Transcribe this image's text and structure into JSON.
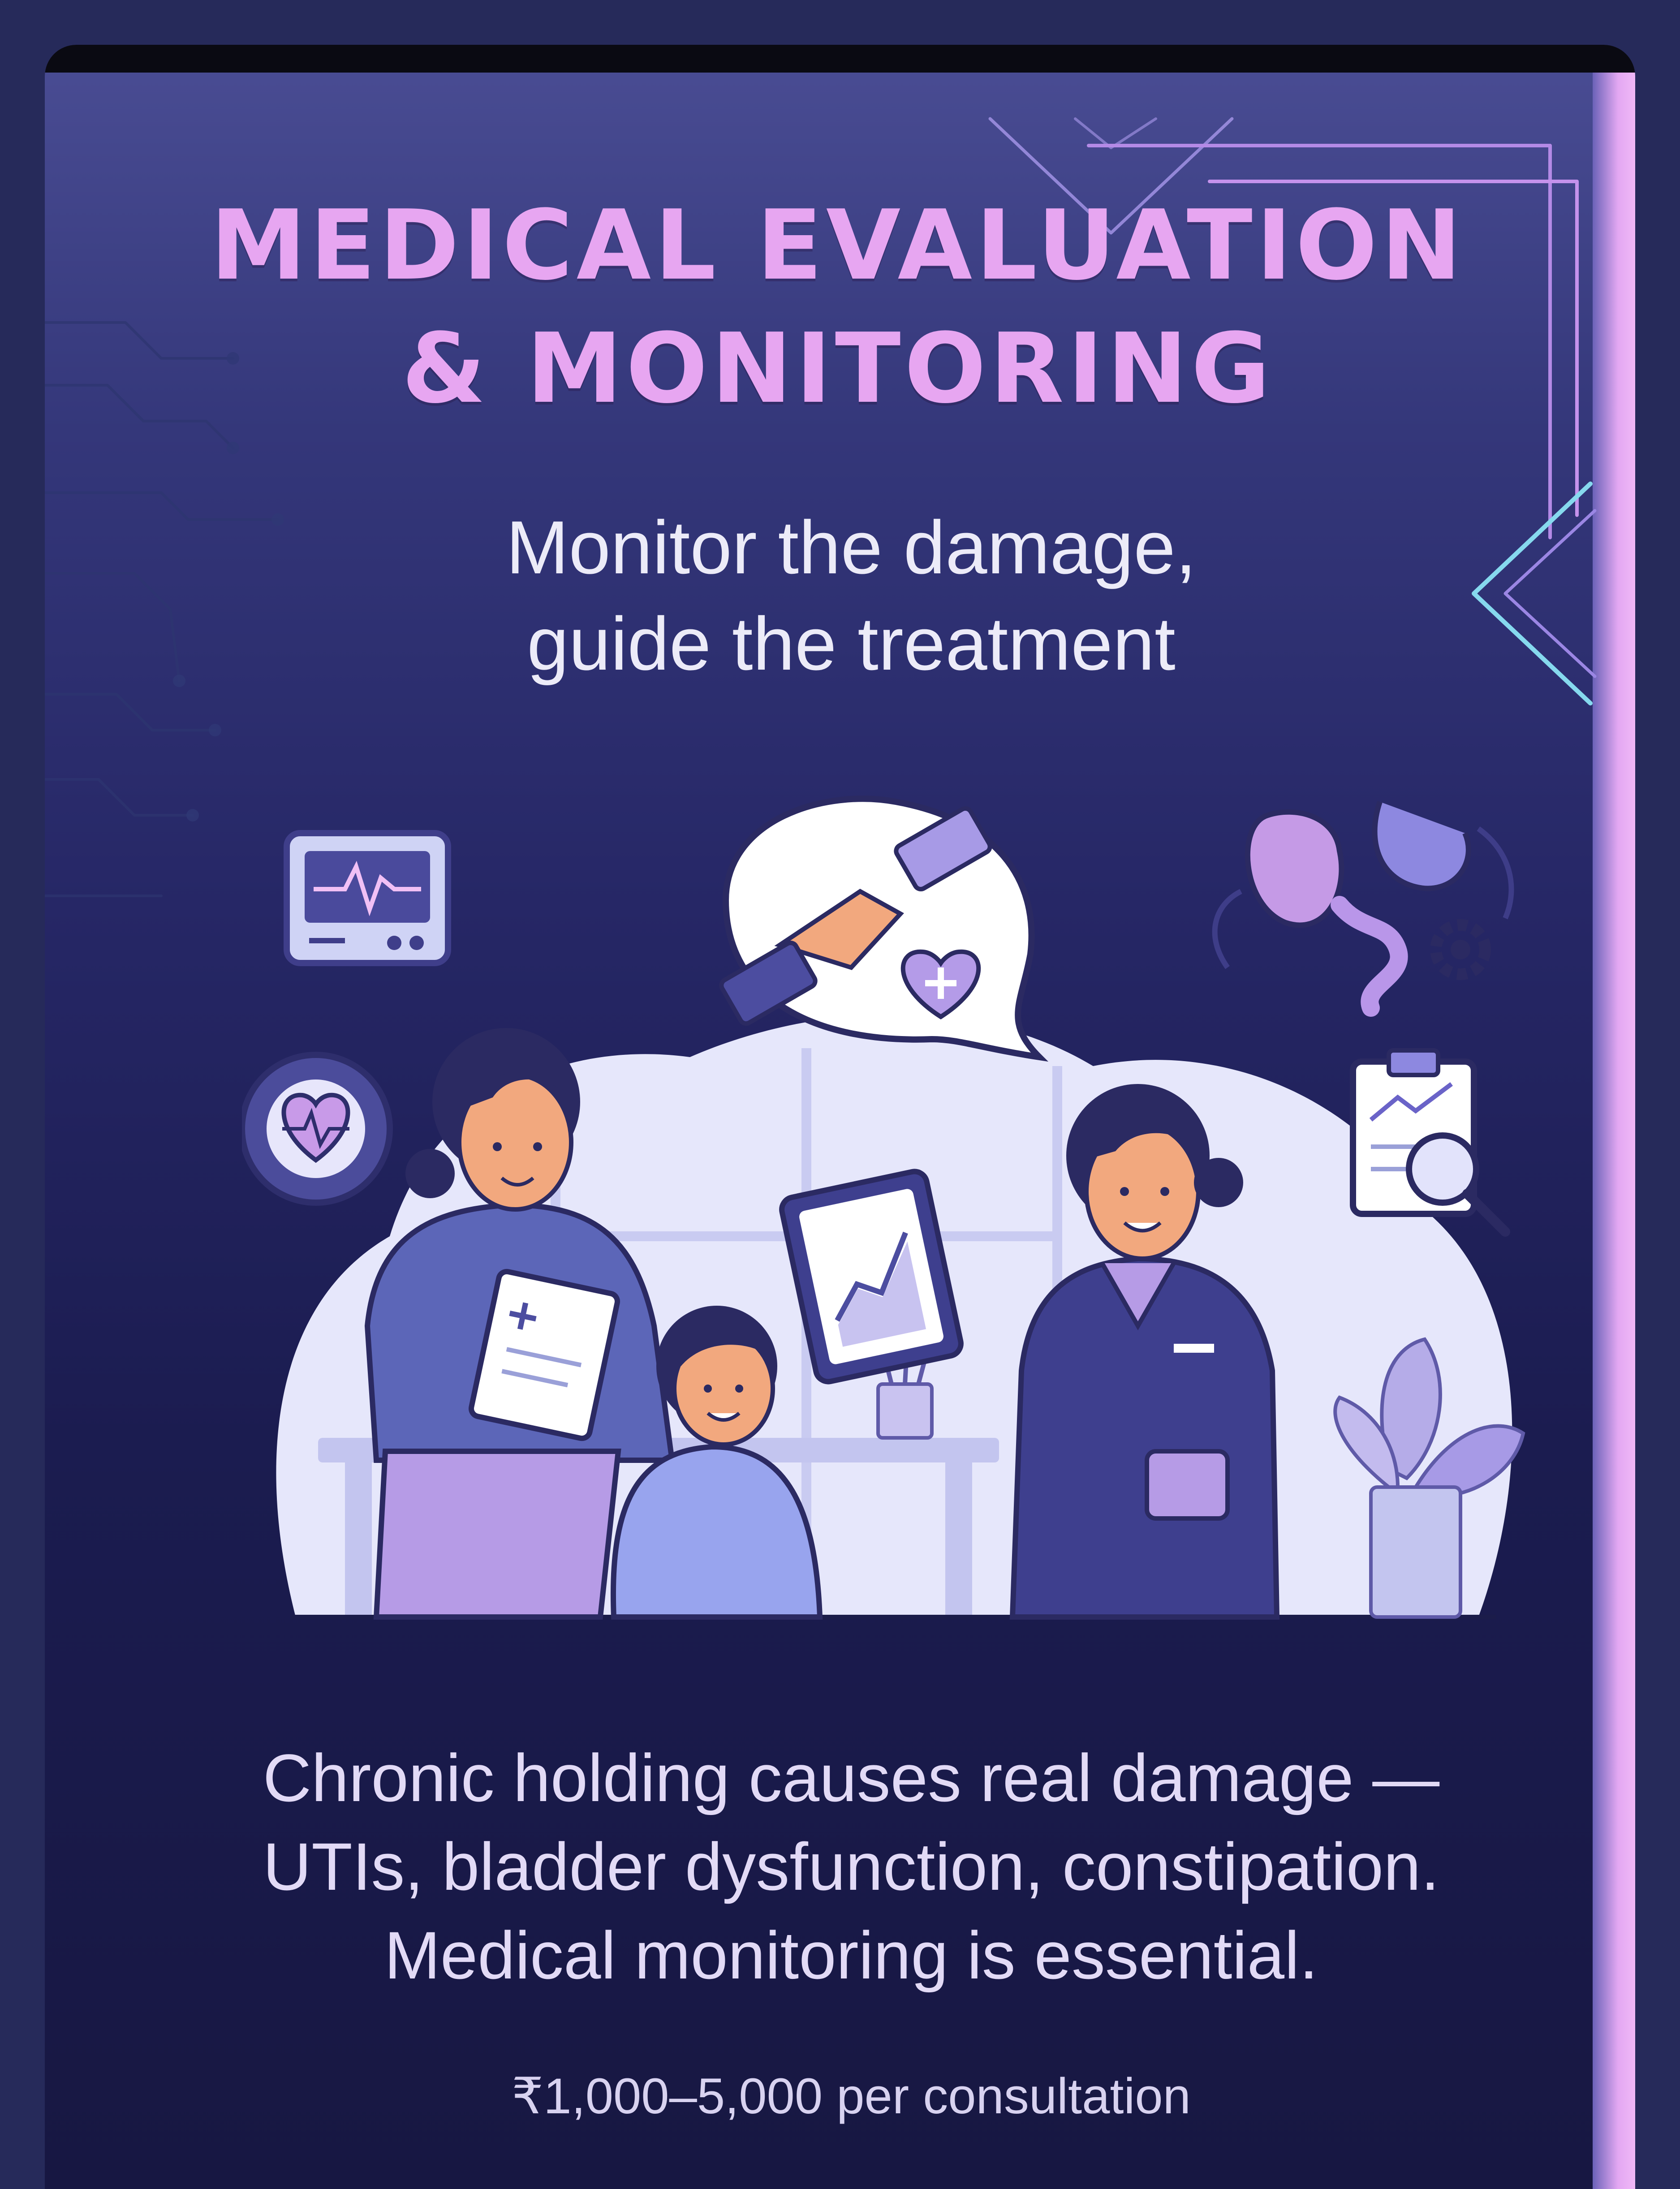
{
  "title": {
    "line1": "MEDICAL EVALUATION",
    "line2": "& MONITORING"
  },
  "subtitle": {
    "line1": "Monitor the damage,",
    "line2": "guide the treatment"
  },
  "illustration": {
    "monitor_icon": "heart-monitor-icon",
    "speech_icon": "handshake-heart-icon",
    "organs_icon": "bladder-stomach-intestine-icon",
    "gear_icon": "gear-heartbeat-icon",
    "report_icon": "clipboard-magnifier-icon",
    "tablet_icon": "tablet-chart-icon",
    "plant_icon": "potted-plant-icon"
  },
  "body": {
    "line1": "Chronic holding causes real damage —",
    "line2": "UTIs, bladder dysfunction, constipation.",
    "line3": "Medical monitoring is essential."
  },
  "price": "₹1,000–5,000 per consultation",
  "colors": {
    "background": "#262a5a",
    "title": "#e7a6f1",
    "accent_lavender": "#b9a8ea",
    "accent_cyan": "#7fd6e8",
    "text_light": "#ecebf8"
  }
}
